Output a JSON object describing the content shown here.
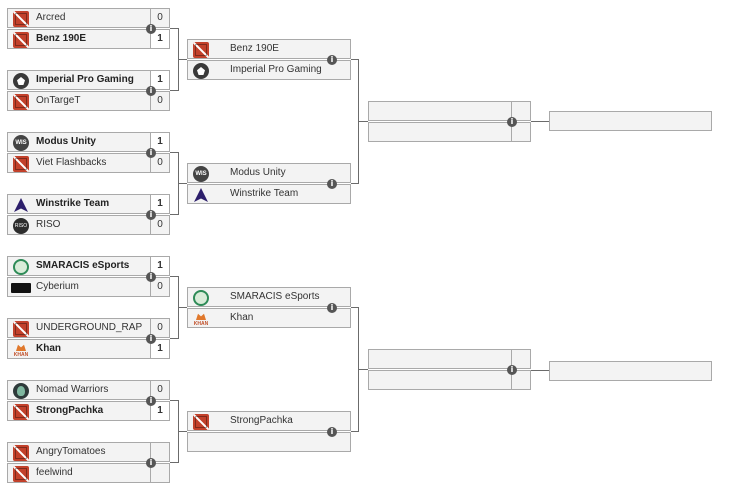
{
  "icons": {
    "info": "info-icon"
  },
  "round1": [
    {
      "top": {
        "name": "Arcred",
        "score": "0",
        "logo": "dota-icon",
        "winner": false
      },
      "bottom": {
        "name": "Benz 190E",
        "score": "1",
        "logo": "dota-icon",
        "winner": true
      }
    },
    {
      "top": {
        "name": "Imperial Pro Gaming",
        "score": "1",
        "logo": "imperial-logo",
        "winner": true
      },
      "bottom": {
        "name": "OnTargeT",
        "score": "0",
        "logo": "dota-icon",
        "winner": false
      }
    },
    {
      "top": {
        "name": "Modus Unity",
        "score": "1",
        "logo": "modus-logo",
        "winner": true
      },
      "bottom": {
        "name": "Viet Flashbacks",
        "score": "0",
        "logo": "dota-icon",
        "winner": false
      }
    },
    {
      "top": {
        "name": "Winstrike Team",
        "score": "1",
        "logo": "winstrike-logo",
        "winner": true
      },
      "bottom": {
        "name": "RISO",
        "score": "0",
        "logo": "riso-logo",
        "winner": false
      }
    },
    {
      "top": {
        "name": "SMARACIS eSports",
        "score": "1",
        "logo": "smaracis-logo",
        "winner": true
      },
      "bottom": {
        "name": "Cyberium",
        "score": "0",
        "logo": "cyberium-logo",
        "winner": false
      }
    },
    {
      "top": {
        "name": "UNDERGROUND_RAP",
        "score": "0",
        "logo": "dota-icon",
        "winner": false
      },
      "bottom": {
        "name": "Khan",
        "score": "1",
        "logo": "khan-logo",
        "winner": true
      }
    },
    {
      "top": {
        "name": "Nomad Warriors",
        "score": "0",
        "logo": "nomad-logo",
        "winner": false
      },
      "bottom": {
        "name": "StrongPachka",
        "score": "1",
        "logo": "dota-icon",
        "winner": true
      }
    },
    {
      "top": {
        "name": "AngryTomatoes",
        "score": "",
        "logo": "dota-icon",
        "winner": false
      },
      "bottom": {
        "name": "feelwind",
        "score": "",
        "logo": "dota-icon",
        "winner": false
      }
    }
  ],
  "round2": [
    {
      "top": {
        "name": "Benz 190E",
        "logo": "dota-icon"
      },
      "bottom": {
        "name": "Imperial Pro Gaming",
        "logo": "imperial-logo"
      }
    },
    {
      "top": {
        "name": "Modus Unity",
        "logo": "modus-logo"
      },
      "bottom": {
        "name": "Winstrike Team",
        "logo": "winstrike-logo"
      }
    },
    {
      "top": {
        "name": "SMARACIS eSports",
        "logo": "smaracis-logo"
      },
      "bottom": {
        "name": "Khan",
        "logo": "khan-logo"
      }
    },
    {
      "top": {
        "name": "StrongPachka",
        "logo": "dota-icon"
      },
      "bottom": {
        "name": "",
        "logo": ""
      }
    }
  ],
  "round3": [
    {
      "top": {
        "name": ""
      },
      "bottom": {
        "name": ""
      }
    },
    {
      "top": {
        "name": ""
      },
      "bottom": {
        "name": ""
      }
    }
  ],
  "finals": [
    {
      "name": ""
    },
    {
      "name": ""
    }
  ]
}
